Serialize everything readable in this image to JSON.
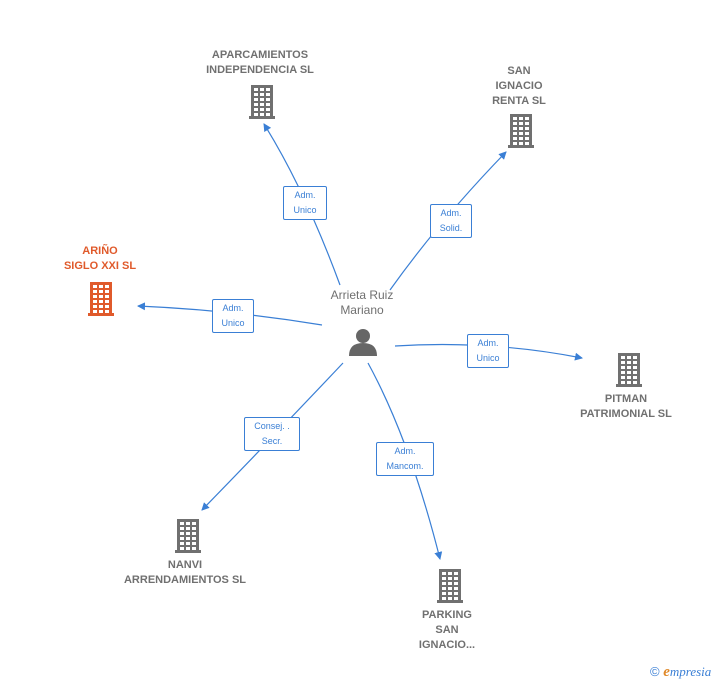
{
  "center": {
    "lines": [
      "Arrieta Ruiz",
      "Mariano"
    ],
    "icon": "person-icon"
  },
  "companies": [
    {
      "id": "aparcamientos",
      "lines": [
        "APARCAMIENTOS",
        "INDEPENDENCIA SL"
      ],
      "icon": "building-icon",
      "color": "#707070"
    },
    {
      "id": "san-ignacio-renta",
      "lines": [
        "SAN",
        "IGNACIO",
        "RENTA  SL"
      ],
      "icon": "building-icon",
      "color": "#707070"
    },
    {
      "id": "arino",
      "lines": [
        "ARIÑO",
        "SIGLO XXI SL"
      ],
      "icon": "building-icon",
      "color": "#e05a2b"
    },
    {
      "id": "pitman",
      "lines": [
        "PITMAN",
        "PATRIMONIAL SL"
      ],
      "icon": "building-icon",
      "color": "#707070"
    },
    {
      "id": "nanvi",
      "lines": [
        "NANVI",
        "ARRENDAMIENTOS SL"
      ],
      "icon": "building-icon",
      "color": "#707070"
    },
    {
      "id": "parking",
      "lines": [
        "PARKING",
        "SAN",
        "IGNACIO..."
      ],
      "icon": "building-icon",
      "color": "#707070"
    }
  ],
  "relations": [
    {
      "to": "aparcamientos",
      "lines": [
        "Adm.",
        "Unico"
      ]
    },
    {
      "to": "san-ignacio-renta",
      "lines": [
        "Adm.",
        "Solid."
      ]
    },
    {
      "to": "arino",
      "lines": [
        "Adm.",
        "Unico"
      ]
    },
    {
      "to": "pitman",
      "lines": [
        "Adm.",
        "Unico"
      ]
    },
    {
      "to": "nanvi",
      "lines": [
        "Consej. .",
        "Secr."
      ]
    },
    {
      "to": "parking",
      "lines": [
        "Adm.",
        "Mancom."
      ]
    }
  ],
  "colors": {
    "edge": "#3a7fd5",
    "building": "#707070",
    "highlight": "#e05a2b",
    "person": "#666666"
  },
  "footer": {
    "copyright": "©",
    "brand_initial": "e",
    "brand_rest": "mpresia"
  }
}
